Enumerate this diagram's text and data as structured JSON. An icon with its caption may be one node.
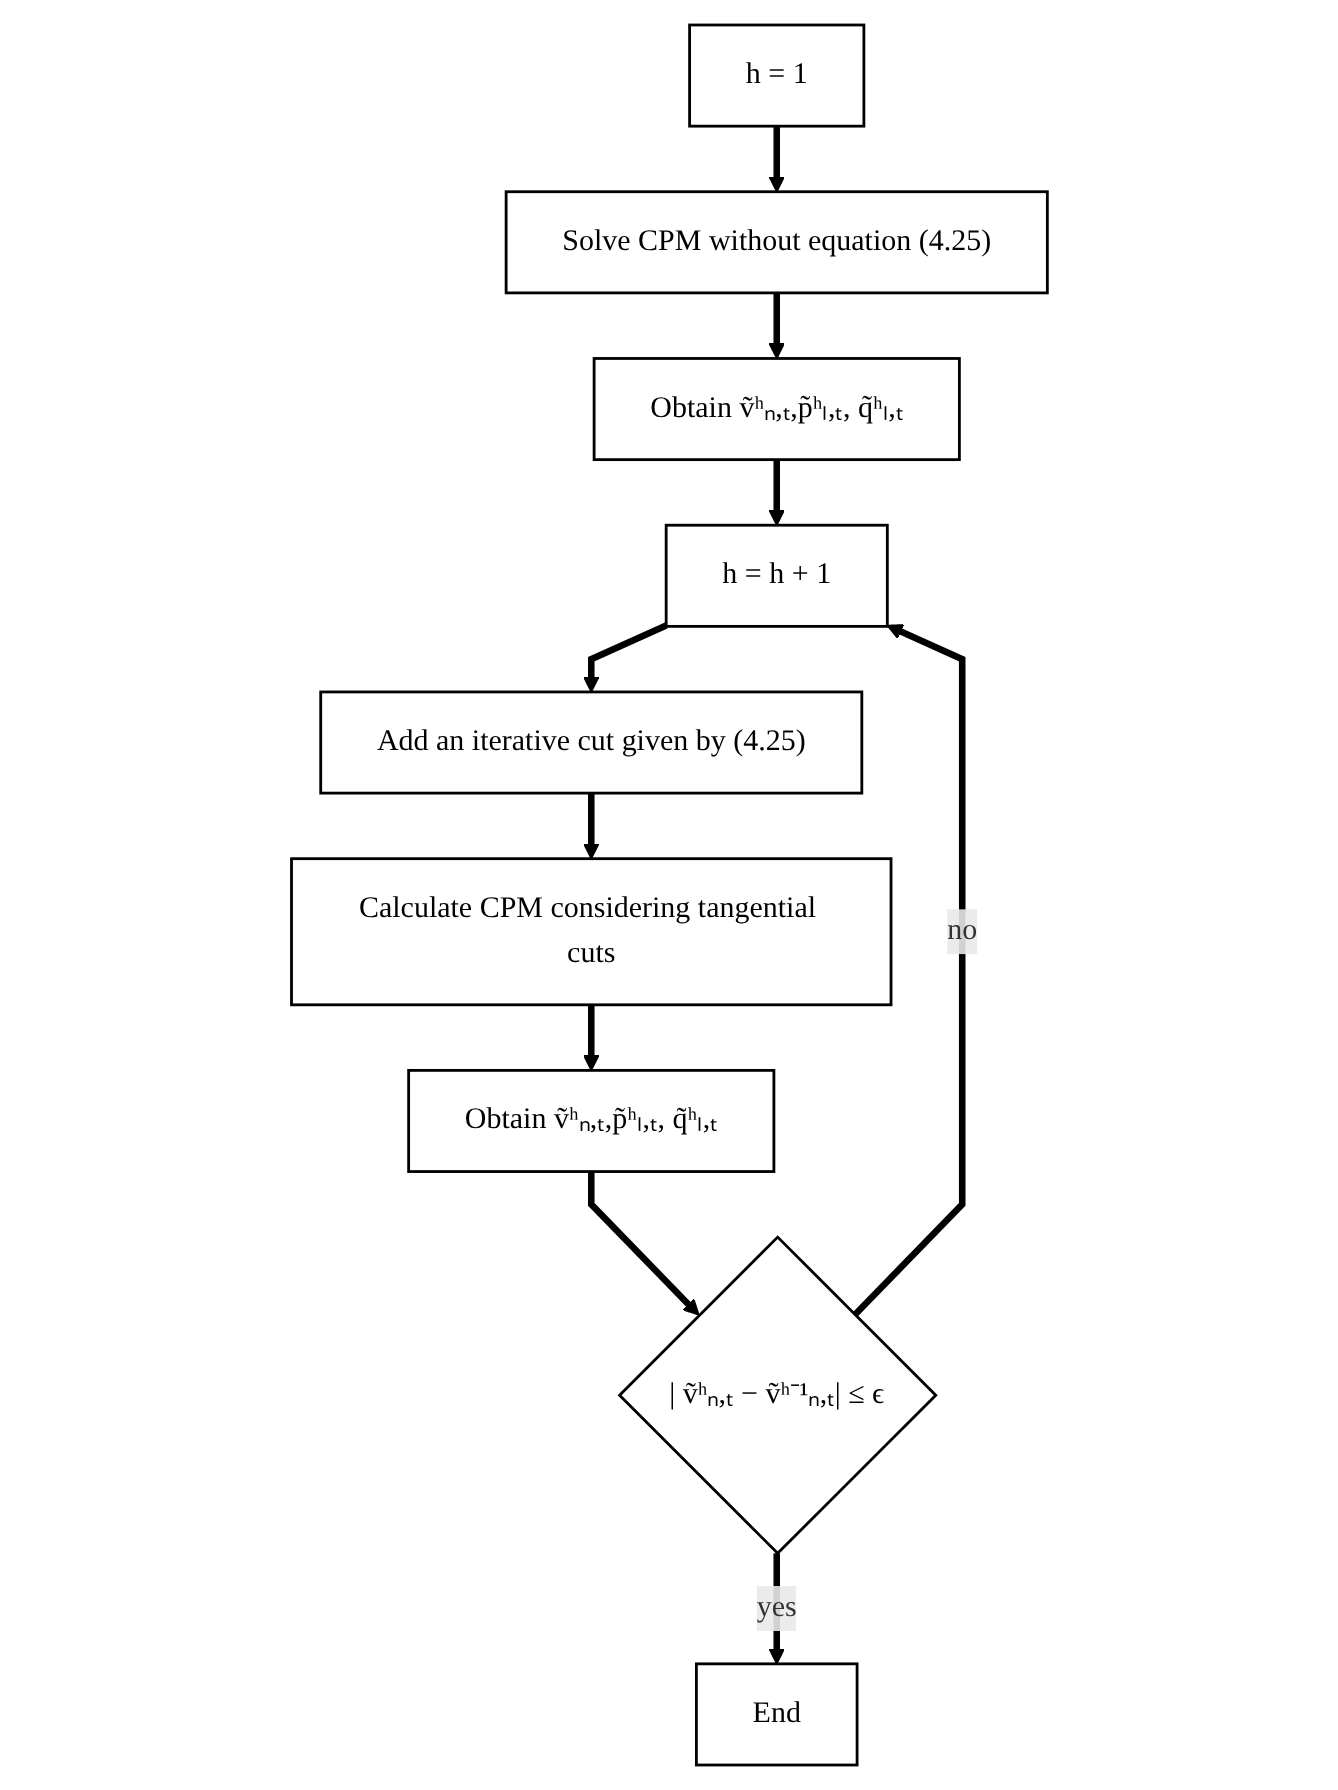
{
  "diagram": {
    "nodes": [
      {
        "text": [
          "h = 1"
        ]
      },
      {
        "text": [
          "Solve CPM without equation (4.25)"
        ]
      },
      {
        "text": [
          "Obtain ṽʰₙ,ₜ,p̃ʰₗ,ₜ, q̃ʰₗ,ₜ"
        ]
      },
      {
        "text": [
          "h = h + 1"
        ]
      },
      {
        "text": [
          "Add an iterative cut given by (4.25)"
        ]
      },
      {
        "text": [
          "Calculate CPM considering tangential cuts"
        ]
      },
      {
        "text": [
          "Obtain ṽʰₙ,ₜ,p̃ʰₗ,ₜ, q̃ʰₗ,ₜ"
        ]
      },
      {
        "text": [
          "| ṽʰₙ,ₜ − ṽʰ⁻¹ₙ,ₜ| ≤ ϵ"
        ]
      },
      {
        "text": [
          "End"
        ]
      }
    ],
    "edges": [
      {
        "from": 0,
        "to": 1,
        "arrow": "to"
      },
      {
        "from": 1,
        "to": 2,
        "arrow": "to"
      },
      {
        "from": 2,
        "to": 3,
        "arrow": "to"
      },
      {
        "from": 3,
        "to": 4,
        "arrow": "to"
      },
      {
        "from": 4,
        "to": 5,
        "arrow": "to"
      },
      {
        "from": 5,
        "to": 6,
        "arrow": "to"
      },
      {
        "from": 6,
        "to": 7,
        "arrow": "to"
      },
      {
        "from": 7,
        "to": 8,
        "label": "yes",
        "arrow": "to"
      },
      {
        "from": 7,
        "to": 3,
        "label": "no",
        "arrow": "to"
      }
    ]
  }
}
